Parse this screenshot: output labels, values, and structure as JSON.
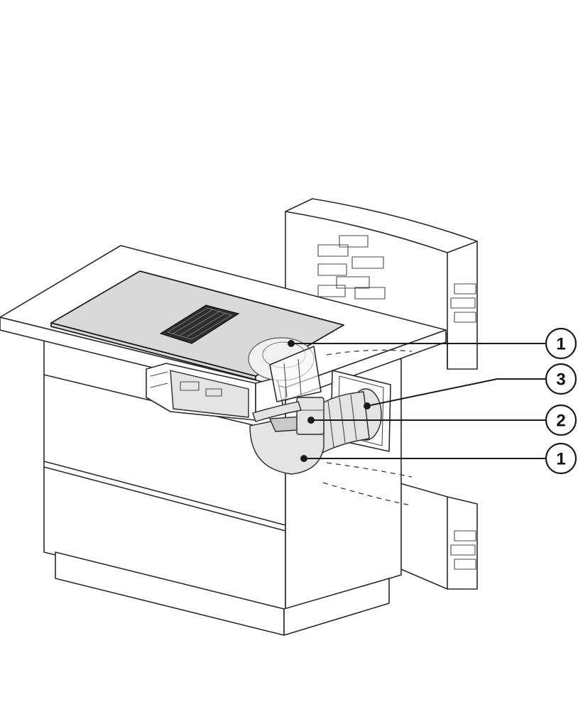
{
  "callouts": [
    {
      "id": "callout-1-top",
      "label": "1"
    },
    {
      "id": "callout-3",
      "label": "3"
    },
    {
      "id": "callout-2",
      "label": "2"
    },
    {
      "id": "callout-1-bottom",
      "label": "1"
    }
  ]
}
